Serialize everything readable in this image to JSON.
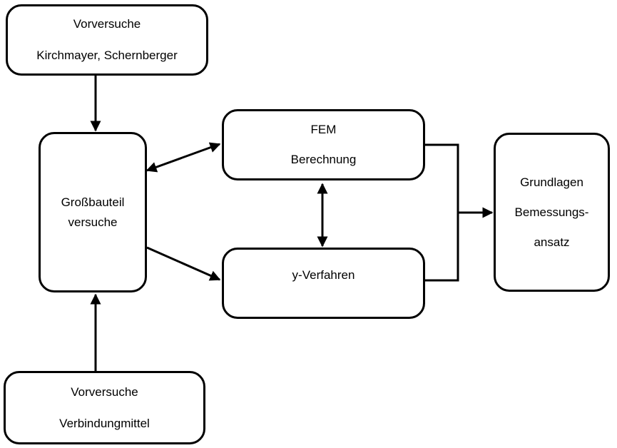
{
  "nodes": {
    "vorversuche_top": {
      "line1": "Vorversuche",
      "line2": "Kirchmayer, Schernberger"
    },
    "grossbauteil": {
      "line1": "Großbauteil",
      "line2": "versuche"
    },
    "fem": {
      "line1": "FEM",
      "line2": "Berechnung"
    },
    "y_verfahren": {
      "line1": "y-Verfahren"
    },
    "grundlagen": {
      "line1": "Grundlagen",
      "line2": "Bemessungs-",
      "line3": "ansatz"
    },
    "vorversuche_bottom": {
      "line1": "Vorversuche",
      "line2": "Verbindungmittel"
    }
  },
  "edges": [
    {
      "from": "Vorversuche (Kirchmayer, Schernberger)",
      "to": "Großbauteilversuche",
      "type": "one-way"
    },
    {
      "from": "Vorversuche (Verbindungmittel)",
      "to": "Großbauteilversuche",
      "type": "one-way"
    },
    {
      "from": "Großbauteilversuche",
      "to": "FEM Berechnung",
      "type": "two-way"
    },
    {
      "from": "Großbauteilversuche",
      "to": "y-Verfahren",
      "type": "one-way"
    },
    {
      "from": "FEM Berechnung",
      "to": "y-Verfahren",
      "type": "two-way"
    },
    {
      "from": "FEM Berechnung + y-Verfahren",
      "to": "Grundlagen Bemessungsansatz",
      "type": "merge"
    }
  ]
}
